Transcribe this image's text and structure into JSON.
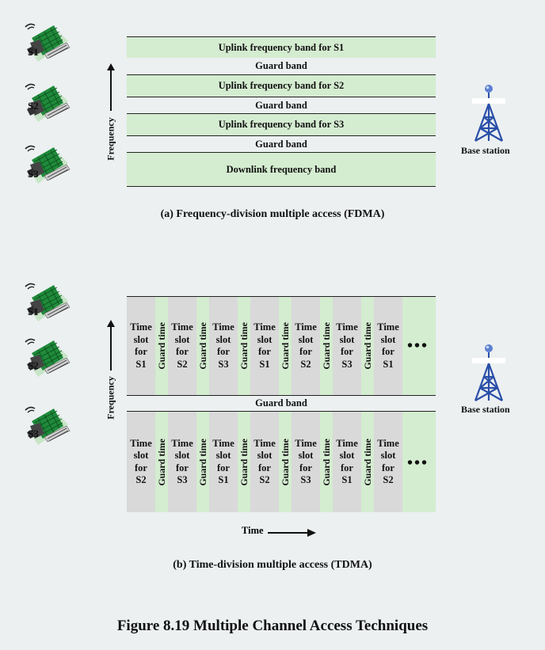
{
  "fdma": {
    "stations": [
      "S1",
      "S2",
      "S3"
    ],
    "axis_label": "Frequency",
    "bands": [
      "Uplink frequency band for S1",
      "Guard band",
      "Uplink frequency band for S2",
      "Guard band",
      "Uplink frequency band for S3",
      "Guard band",
      "Downlink frequency band"
    ],
    "base_station": "Base station",
    "caption": "(a) Frequency-division multiple access (FDMA)"
  },
  "tdma": {
    "stations": [
      "S1",
      "S2",
      "S3"
    ],
    "axis_label": "Frequency",
    "time_label": "Time",
    "guard_band": "Guard band",
    "guard_time": "Guard time",
    "slot_words": [
      "Time",
      "slot",
      "for"
    ],
    "row1_slots": [
      "S1",
      "S2",
      "S3",
      "S1",
      "S2",
      "S3",
      "S1"
    ],
    "row2_slots": [
      "S2",
      "S3",
      "S1",
      "S2",
      "S3",
      "S1",
      "S2"
    ],
    "ellipsis": "•••",
    "base_station": "Base station",
    "caption": "(b) Time-division multiple access (TDMA)"
  },
  "figure_title": "Figure 8.19  Multiple Channel Access Techniques",
  "colors": {
    "background": "#ecf0f1",
    "band_green": "#d4ecd0",
    "slot_gray": "#d9d9d9",
    "tower_blue": "#2a4fa8",
    "device_green": "#1f8a3a"
  }
}
